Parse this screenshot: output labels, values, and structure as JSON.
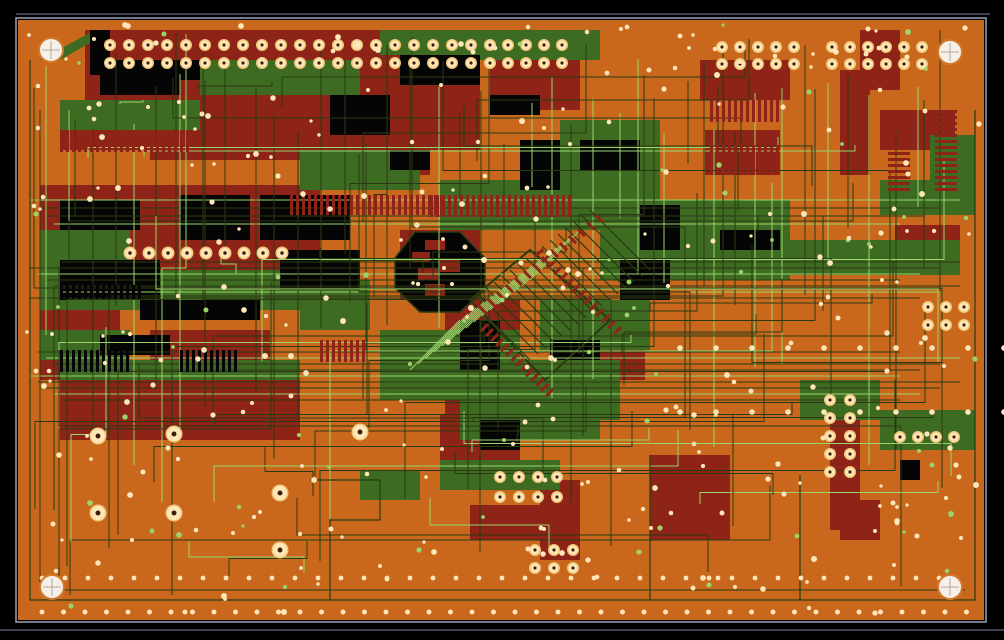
{
  "view": {
    "title": "",
    "board": {
      "name": "pcb-board",
      "colors": {
        "background": "#000000",
        "frame": "#9aa0b8",
        "copper_top": "#c9681c",
        "copper_top_edge": "#d27a2a",
        "copper_bottom": "#8e2418",
        "ground_fill": "#3d6b21",
        "void": "#050505",
        "trace_dark": "#2a3a12",
        "trace_light": "#9ad46a",
        "pad": "#ffe6b8",
        "pad_ring": "#f1c87a",
        "drill": "#3a1e08",
        "mount_hole": "#f6f0ea"
      },
      "layers": [
        "top-copper",
        "bottom-copper",
        "ground-pour",
        "silkscreen",
        "drill"
      ],
      "mounting_holes": 4,
      "header_rows": [
        {
          "name": "header-top-left",
          "pins": 20,
          "rows": 2
        },
        {
          "name": "header-top-right-a",
          "pins": 5,
          "rows": 2
        },
        {
          "name": "header-top-right-b",
          "pins": 6,
          "rows": 2
        },
        {
          "name": "header-mid-left",
          "pins": 9,
          "rows": 1
        },
        {
          "name": "header-bottom-center",
          "pins": 4,
          "rows": 4
        },
        {
          "name": "header-right-vertical",
          "pins": 5,
          "rows": 2
        }
      ],
      "icons": {
        "mount_hole": "circle-crosshair-icon",
        "via": "via-dot-icon",
        "pad": "square-pad-icon"
      }
    }
  }
}
